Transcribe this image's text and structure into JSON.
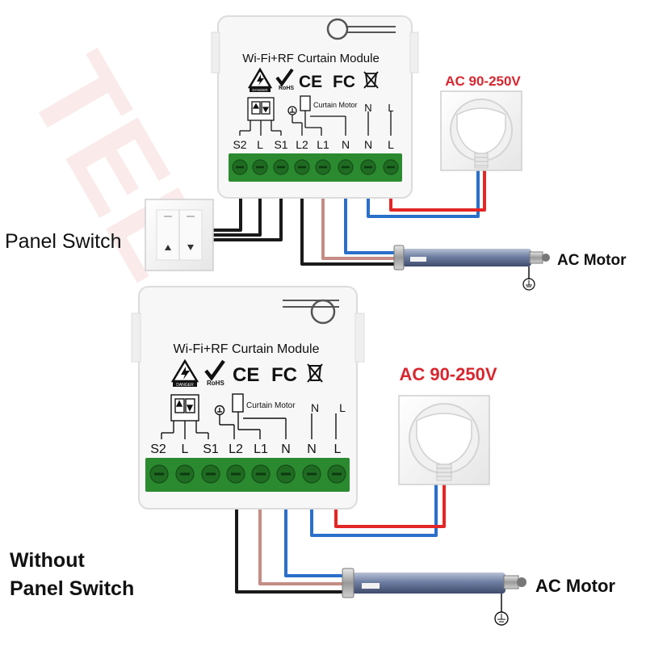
{
  "module_title": "Wi-Fi+RF Curtain Module",
  "curtain_motor_label": "Curtain Motor",
  "rohs_label": "RoHS",
  "danger_label": "DANGER",
  "ce_label": "CE",
  "fc_label": "FC",
  "terminals": [
    "S2",
    "L",
    "S1",
    "L2",
    "L1",
    "N",
    "N",
    "L"
  ],
  "power_terminals": [
    "N",
    "L"
  ],
  "ac_voltage": "AC 90-250V",
  "ac_motor": "AC Motor",
  "panel_switch": "Panel Switch",
  "without_line1": "Without",
  "without_line2": "Panel Switch",
  "watermark": "TEL",
  "wire_colors": {
    "black": "#1a1a1a",
    "brown": "#c48c84",
    "blue": "#2a6fc9",
    "red": "#e32626",
    "green": "#2b8a2f"
  },
  "icons": [
    "danger-icon",
    "check-icon",
    "ce-icon",
    "fc-icon",
    "weee-icon",
    "switch-symbol-icon",
    "ground-icon",
    "curtain-motor-symbol-icon",
    "power-socket-icon",
    "motor-icon"
  ]
}
